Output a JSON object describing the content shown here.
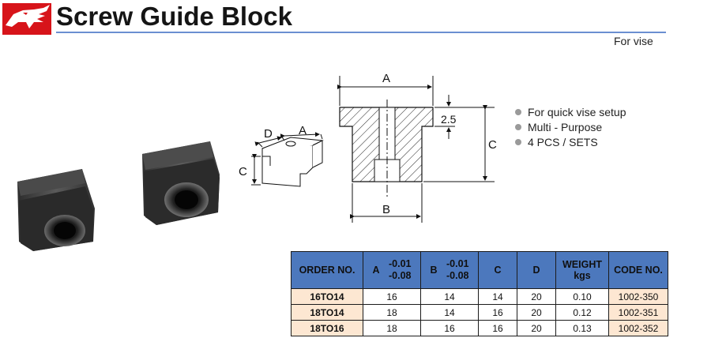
{
  "header": {
    "title": "Screw Guide Block",
    "subtitle": "For vise"
  },
  "drawing": {
    "iso": {
      "d": "D",
      "a": "A",
      "c": "C"
    },
    "section": {
      "a": "A",
      "b": "B",
      "c": "C",
      "t": "2.5"
    }
  },
  "features": [
    "For quick vise setup",
    "Multi - Purpose",
    "4 PCS / SETS"
  ],
  "table": {
    "headers": {
      "order": "ORDER NO.",
      "a": "A",
      "a_tol_upper": "-0.01",
      "a_tol_lower": "-0.08",
      "b": "B",
      "b_tol_upper": "-0.01",
      "b_tol_lower": "-0.08",
      "c": "C",
      "d": "D",
      "weight": "WEIGHT",
      "weight_unit": "kgs",
      "code": "CODE NO."
    },
    "rows": [
      {
        "order": "16TO14",
        "a": "16",
        "b": "14",
        "c": "14",
        "d": "20",
        "weight": "0.10",
        "code": "1002-350"
      },
      {
        "order": "18TO14",
        "a": "18",
        "b": "14",
        "c": "16",
        "d": "20",
        "weight": "0.12",
        "code": "1002-351"
      },
      {
        "order": "18TO16",
        "a": "18",
        "b": "16",
        "c": "16",
        "d": "20",
        "weight": "0.13",
        "code": "1002-352"
      }
    ]
  },
  "colors": {
    "logo_red": "#d7141a",
    "rule_blue": "#6b8fd1",
    "header_blue": "#4c78bd",
    "row_highlight": "#fde7d2"
  }
}
